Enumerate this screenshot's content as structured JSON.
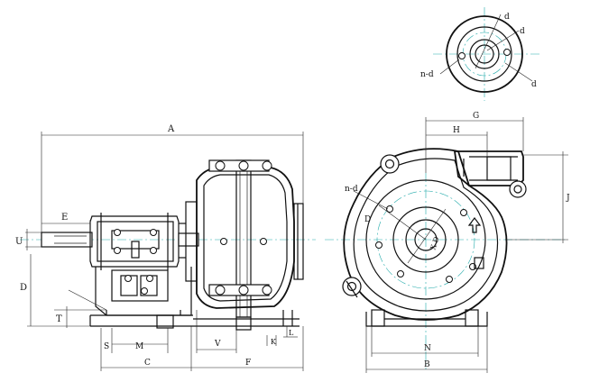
{
  "labels": {
    "A": "A",
    "E": "E",
    "U": "U",
    "D": "D",
    "T": "T",
    "S": "S",
    "M": "M",
    "C": "C",
    "V": "V",
    "F": "F",
    "K": "K",
    "L": "L",
    "G": "G",
    "H": "H",
    "J": "J",
    "N": "N",
    "B": "B",
    "nd_side": "n-d",
    "D_side": "D",
    "Dx_side": "X D",
    "d1_top": "d",
    "d2_top": "d",
    "d3_top": "d",
    "nd_top": "n-d"
  },
  "colors": {
    "line": "#111111",
    "centerline": "#22aaaa",
    "background": "#ffffff"
  }
}
